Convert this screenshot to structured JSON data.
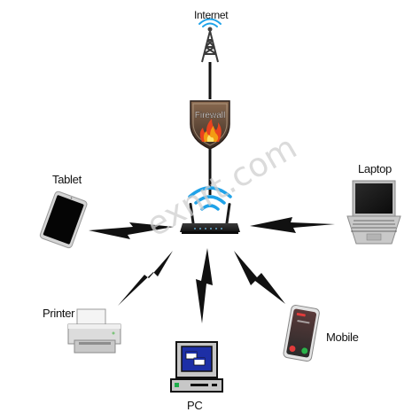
{
  "diagram": {
    "nodes": {
      "internet": {
        "label": "Internet",
        "icon": "antenna-tower-icon"
      },
      "firewall": {
        "label": "Firewall",
        "icon": "firewall-shield-icon"
      },
      "router": {
        "label": "",
        "icon": "wifi-router-icon"
      },
      "tablet": {
        "label": "Tablet",
        "icon": "tablet-icon"
      },
      "laptop": {
        "label": "Laptop",
        "icon": "laptop-icon"
      },
      "printer": {
        "label": "Printer",
        "icon": "printer-icon"
      },
      "pc": {
        "label": "PC",
        "icon": "desktop-pc-icon"
      },
      "mobile": {
        "label": "Mobile",
        "icon": "smartphone-icon"
      }
    },
    "links": {
      "wired": [
        "internet-firewall",
        "firewall-router"
      ],
      "wireless": [
        "router-tablet",
        "router-laptop",
        "router-printer",
        "router-pc",
        "router-mobile"
      ]
    },
    "watermark": "exnrt.com",
    "colors": {
      "wifi": "#1fa2e8",
      "bolt": "#111111",
      "flame": "#f39c12",
      "screen_blue": "#1d2fa6"
    }
  }
}
